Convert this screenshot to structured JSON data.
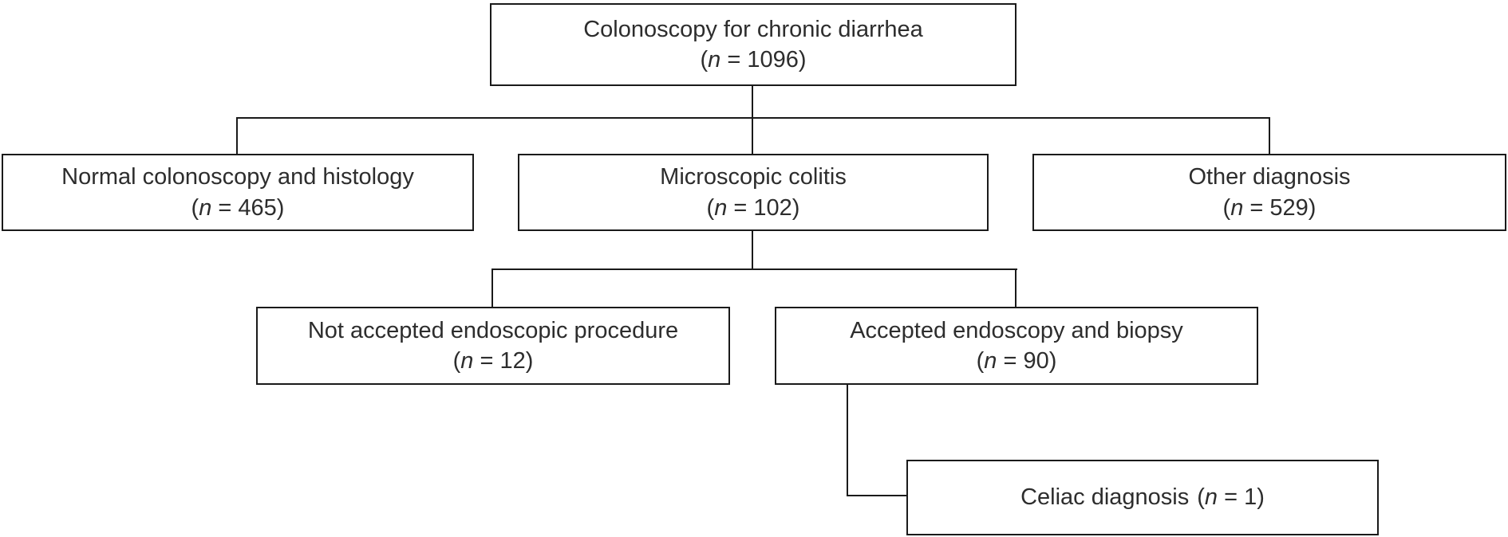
{
  "figure": {
    "type": "flowchart"
  },
  "theme": {
    "background": "#ffffff",
    "line_color": "#1a1a1a",
    "text_color": "#2d2d2d"
  },
  "notation": {
    "open_paren": "(",
    "n_var": "n",
    "equals": " = ",
    "close_paren": ")"
  },
  "nodes": {
    "root": {
      "label": "Colonoscopy for chronic diarrhea",
      "n": "1096"
    },
    "normal": {
      "label": "Normal colonoscopy and histology",
      "n": "465"
    },
    "microscopic": {
      "label": "Microscopic colitis",
      "n": "102"
    },
    "other": {
      "label": "Other diagnosis",
      "n": "529"
    },
    "not_accepted": {
      "label": "Not accepted endoscopic procedure",
      "n": "12"
    },
    "accepted": {
      "label": "Accepted endoscopy and biopsy",
      "n": "90"
    },
    "celiac": {
      "label": "Celiac diagnosis",
      "n": "1"
    }
  },
  "edges": [
    {
      "from": "root",
      "to": "normal"
    },
    {
      "from": "root",
      "to": "microscopic"
    },
    {
      "from": "root",
      "to": "other"
    },
    {
      "from": "microscopic",
      "to": "not_accepted"
    },
    {
      "from": "microscopic",
      "to": "accepted"
    },
    {
      "from": "accepted",
      "to": "celiac"
    }
  ]
}
